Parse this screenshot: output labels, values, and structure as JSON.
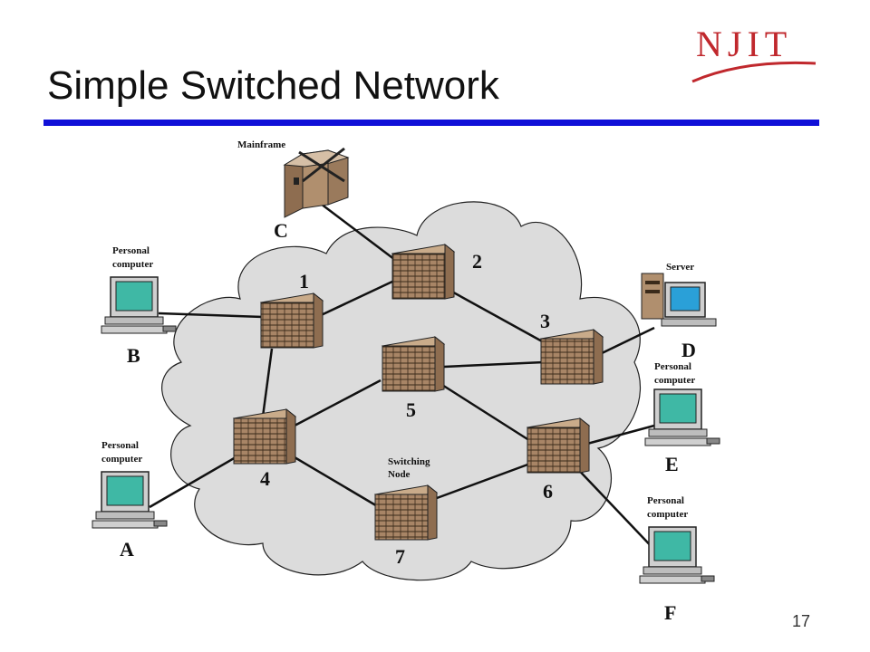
{
  "slide": {
    "title": "Simple Switched Network",
    "page_number": "17",
    "logo_text": "NJIT",
    "colors": {
      "rule": "#1010d8",
      "logo": "#c0282d",
      "cloud": "#dcdcdc",
      "node": "#b08f6e",
      "screen": "#3fb8a5"
    }
  },
  "diagram": {
    "nodes": [
      {
        "id": "1",
        "label": "1"
      },
      {
        "id": "2",
        "label": "2"
      },
      {
        "id": "3",
        "label": "3"
      },
      {
        "id": "4",
        "label": "4"
      },
      {
        "id": "5",
        "label": "5"
      },
      {
        "id": "6",
        "label": "6"
      },
      {
        "id": "7",
        "label": "7"
      }
    ],
    "switching_node_label": [
      "Switching",
      "Node"
    ],
    "stations": [
      {
        "id": "A",
        "letter": "A",
        "caption": [
          "Personal",
          "computer"
        ]
      },
      {
        "id": "B",
        "letter": "B",
        "caption": [
          "Personal",
          "computer"
        ]
      },
      {
        "id": "C",
        "letter": "C",
        "caption": [
          "Mainframe"
        ]
      },
      {
        "id": "D",
        "letter": "D",
        "caption": [
          "Server"
        ]
      },
      {
        "id": "E",
        "letter": "E",
        "caption": [
          "Personal",
          "computer"
        ]
      },
      {
        "id": "F",
        "letter": "F",
        "caption": [
          "Personal",
          "computer"
        ]
      }
    ]
  }
}
